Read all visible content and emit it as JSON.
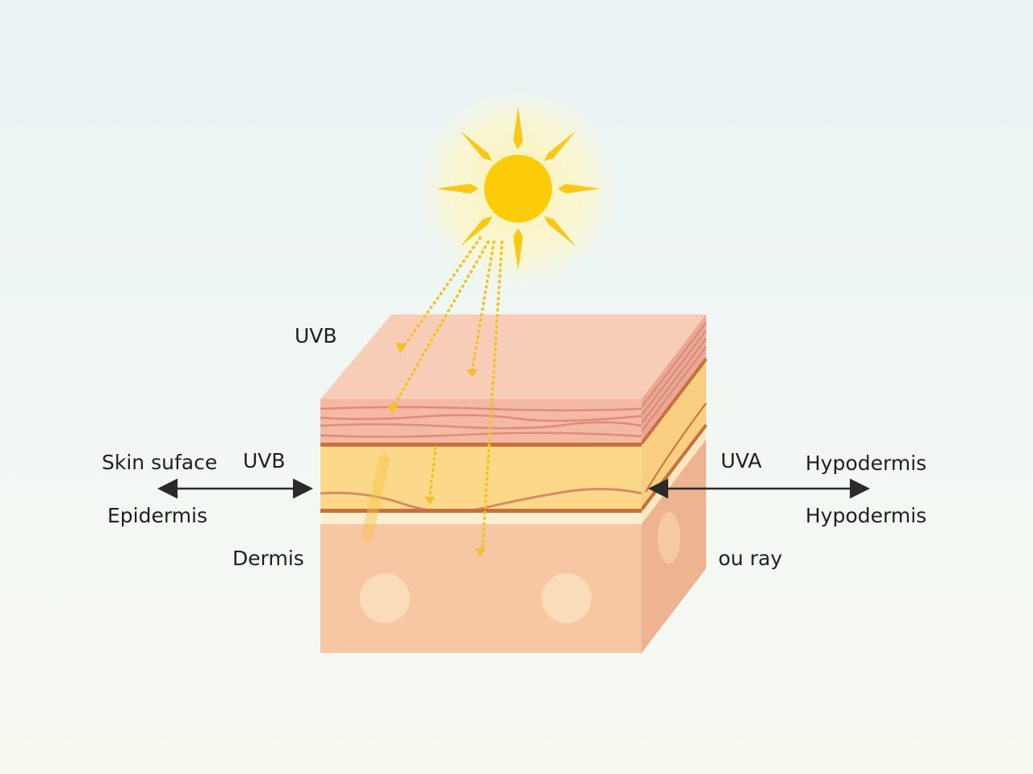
{
  "labels": {
    "uvb_top": "UVB",
    "skin_surface": "Skin suface",
    "uvb_left": "UVB",
    "epidermis": "Epidermis",
    "dermis": "Dermis",
    "uva": "UVA",
    "hypodermis_1": "Hypodermis",
    "hypodermis_2": "Hypodermis",
    "ou_ray": "ou ray"
  },
  "colors": {
    "sun": "#fccc0a",
    "epidermis": "#f3b9a5",
    "dermis_band": "#fcd98a",
    "hypodermis": "#f7c6a3",
    "layer_line": "#c8703c",
    "arrow": "#2a2a2a"
  }
}
